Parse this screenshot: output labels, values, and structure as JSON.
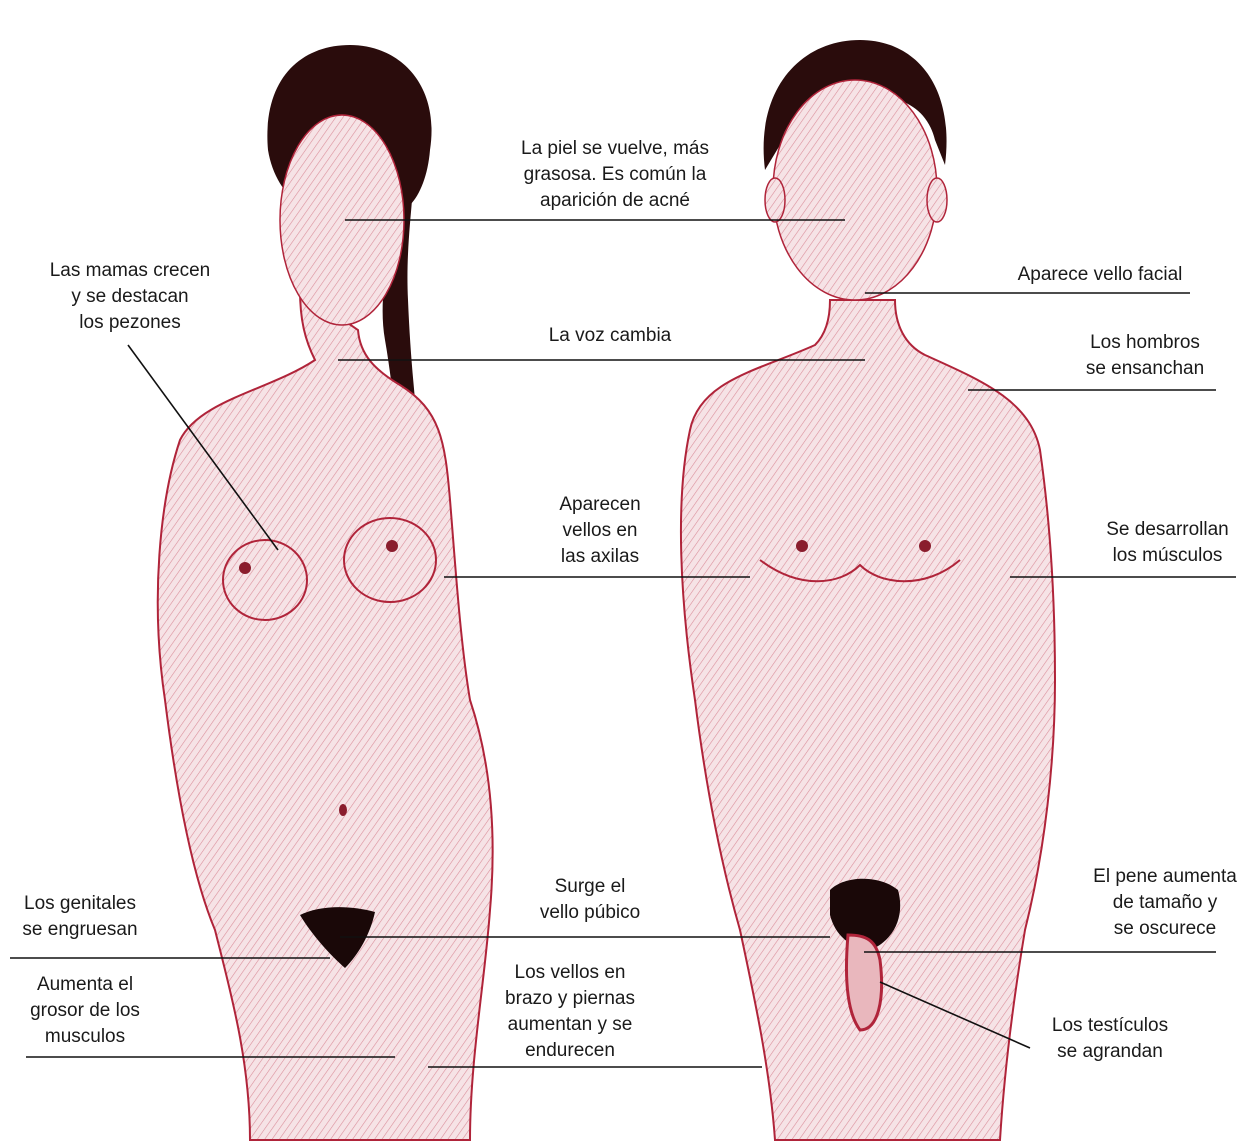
{
  "labels": {
    "skin": "La piel se vuelve, más\ngrasosa. Es común la\naparición de acné",
    "breasts": "Las mamas crecen\ny se destacan\nlos pezones",
    "facial_hair": "Aparece vello facial",
    "voice": "La voz cambia",
    "shoulders": "Los hombros\nse ensanchan",
    "armpits": "Aparecen\nvellos en\nlas axilas",
    "muscles_develop": "Se desarrollan\nlos músculos",
    "pubic_hair": "Surge el\nvello púbico",
    "genitals": "Los genitales\nse engruesan",
    "penis": "El pene aumenta\nde tamaño y\nse oscurece",
    "muscle_thickness": "Aumenta el\ngrosor de los\nmusculos",
    "limb_hair": "Los vellos en\nbrazo y piernas\naumentan y se\nendurecen",
    "testicles": "Los testículos\nse agrandan"
  },
  "colors": {
    "skin_stroke": "#b0243a",
    "skin_fill": "#f3dadd",
    "hair": "#2a0c0c",
    "line": "#111111"
  }
}
